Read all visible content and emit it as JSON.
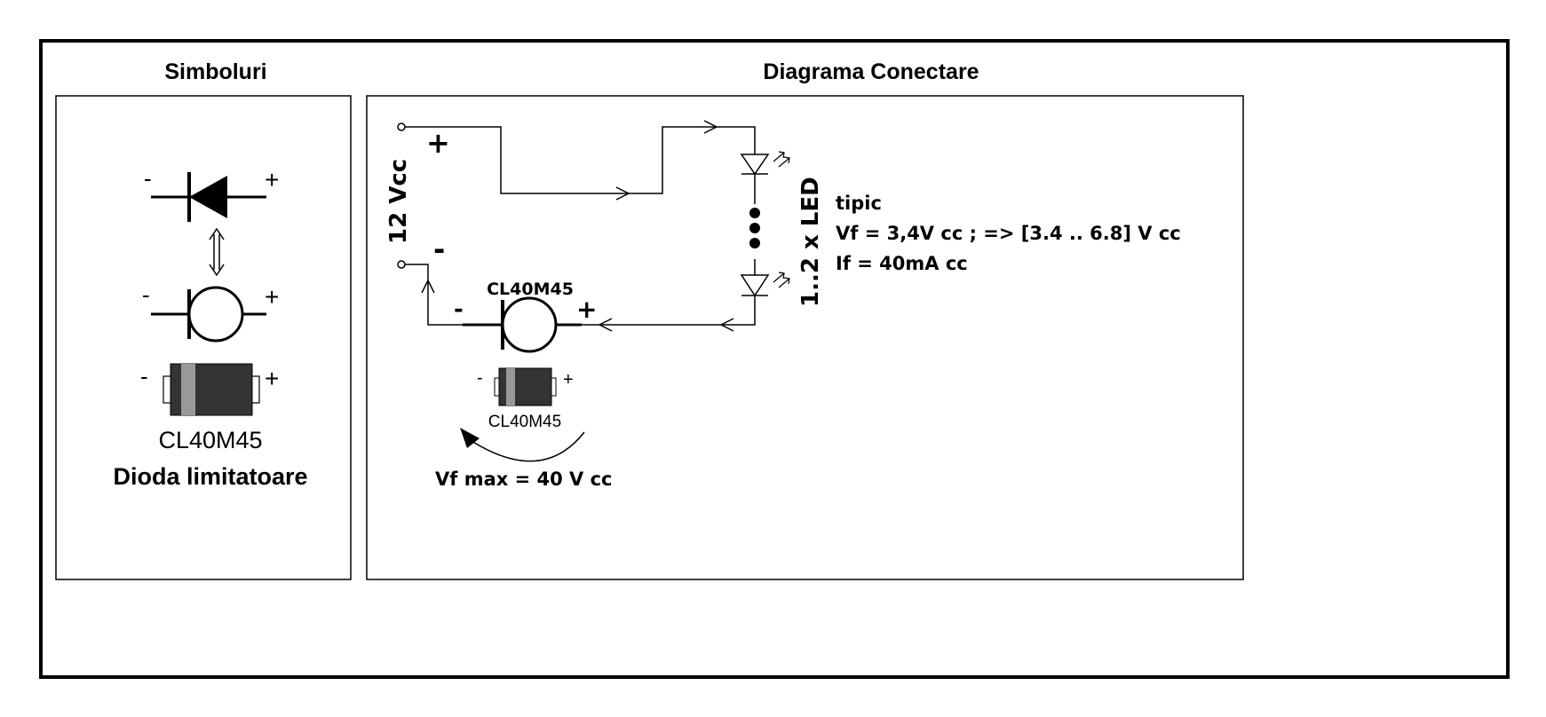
{
  "symbols_panel": {
    "title": "Simboluri",
    "minus": "-",
    "plus": "+",
    "part_code": "CL40M45",
    "part_name": "Dioda limitatoare"
  },
  "diagram_panel": {
    "title": "Diagrama Conectare",
    "supply_label": "12 Vcc",
    "supply_plus": "+",
    "supply_minus": "-",
    "led_label": "1..2 x LED",
    "spec_typical": "tipic",
    "spec_vf": "Vf = 3,4V cc ; => [3.4 .. 6.8] V cc",
    "spec_if": "If = 40mA cc",
    "diode_label": "CL40M45",
    "diode_minus": "-",
    "diode_plus": "+",
    "package_minus": "-",
    "package_plus": "+",
    "package_code": "CL40M45",
    "vf_max": "Vf max = 40 V cc"
  },
  "colors": {
    "package_body": "#333333",
    "package_band": "#999999",
    "line": "#000000"
  }
}
